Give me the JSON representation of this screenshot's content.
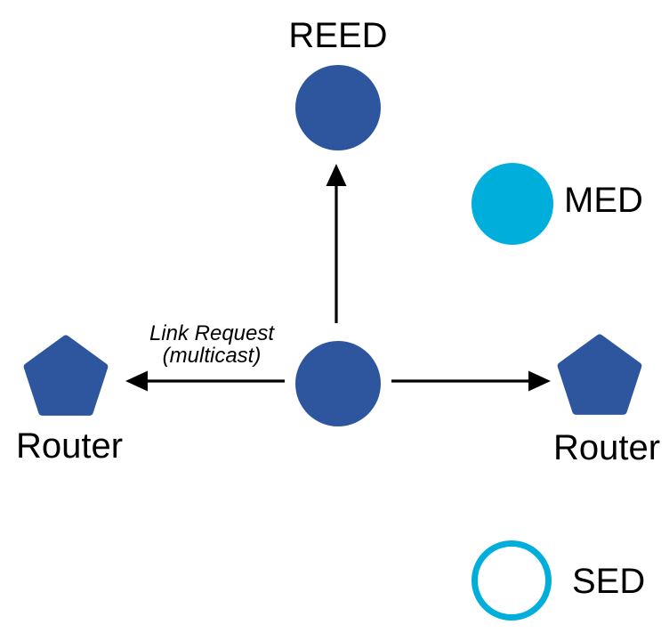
{
  "diagram": {
    "colors": {
      "node_blue": "#2D569E",
      "node_cyan": "#00AEDC",
      "arrow_black": "#000000",
      "label_black": "#000000",
      "background": "#FFFFFF"
    },
    "nodes": {
      "reed": {
        "label": "REED",
        "shape": "filled circle",
        "color": "#2D569E"
      },
      "center": {
        "label": "",
        "shape": "filled circle",
        "color": "#2D569E"
      },
      "med": {
        "label": "MED",
        "shape": "filled circle",
        "color": "#00AEDC"
      },
      "sed": {
        "label": "SED",
        "shape": "outlined circle",
        "color": "#00AEDC"
      },
      "router_left": {
        "label": "Router",
        "shape": "pentagon",
        "color": "#2D569E"
      },
      "router_right": {
        "label": "Router",
        "shape": "pentagon",
        "color": "#2D569E"
      }
    },
    "annotation": {
      "line1": "Link Request",
      "line2": "(multicast)"
    },
    "arrows": [
      {
        "from": "center",
        "to": "reed",
        "direction": "up"
      },
      {
        "from": "center",
        "to": "router_left",
        "direction": "left",
        "label": "Link Request (multicast)"
      },
      {
        "from": "center",
        "to": "router_right",
        "direction": "right"
      }
    ]
  }
}
